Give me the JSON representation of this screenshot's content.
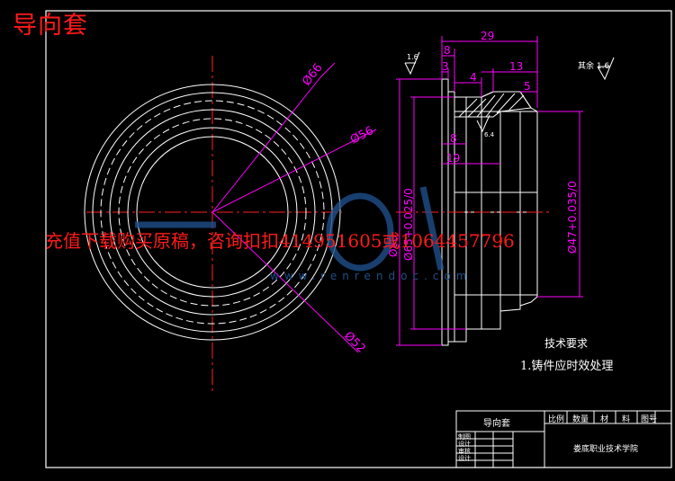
{
  "drawing": {
    "title": "导向套",
    "watermark": "充值下载购买原稿，咨询扣扣414951605或1064457796",
    "watermark_url": "www.renrendoc.com",
    "colors": {
      "outline": "#ffffff",
      "dimension": "#ff00ff",
      "centerline": "#ff2020",
      "frame": "#ffffff",
      "watermark": "#ff1a1a"
    }
  },
  "front_view": {
    "diameters": [
      "Ø66",
      "Ø56",
      "Ø52"
    ]
  },
  "section_view": {
    "top_dims": [
      "29",
      "8",
      "3",
      "4",
      "13",
      "5"
    ],
    "inner_dims": [
      "8",
      "19"
    ],
    "vertical_dims": [
      "Ø65+0.025/0",
      "Ø47+0.035/0",
      "Ø80"
    ],
    "roughness": [
      "1.6",
      "其余 1.6",
      "6.4"
    ]
  },
  "tech_requirements": {
    "title": "技术要求",
    "items": [
      "1.铸件应时效处理"
    ]
  },
  "title_block": {
    "part_name": "导向套",
    "headers": [
      "比例",
      "数量",
      "材",
      "料",
      "图号"
    ],
    "school": "娄底职业技术学院",
    "rows": [
      "制图",
      "设计",
      "审核",
      "设计"
    ]
  }
}
